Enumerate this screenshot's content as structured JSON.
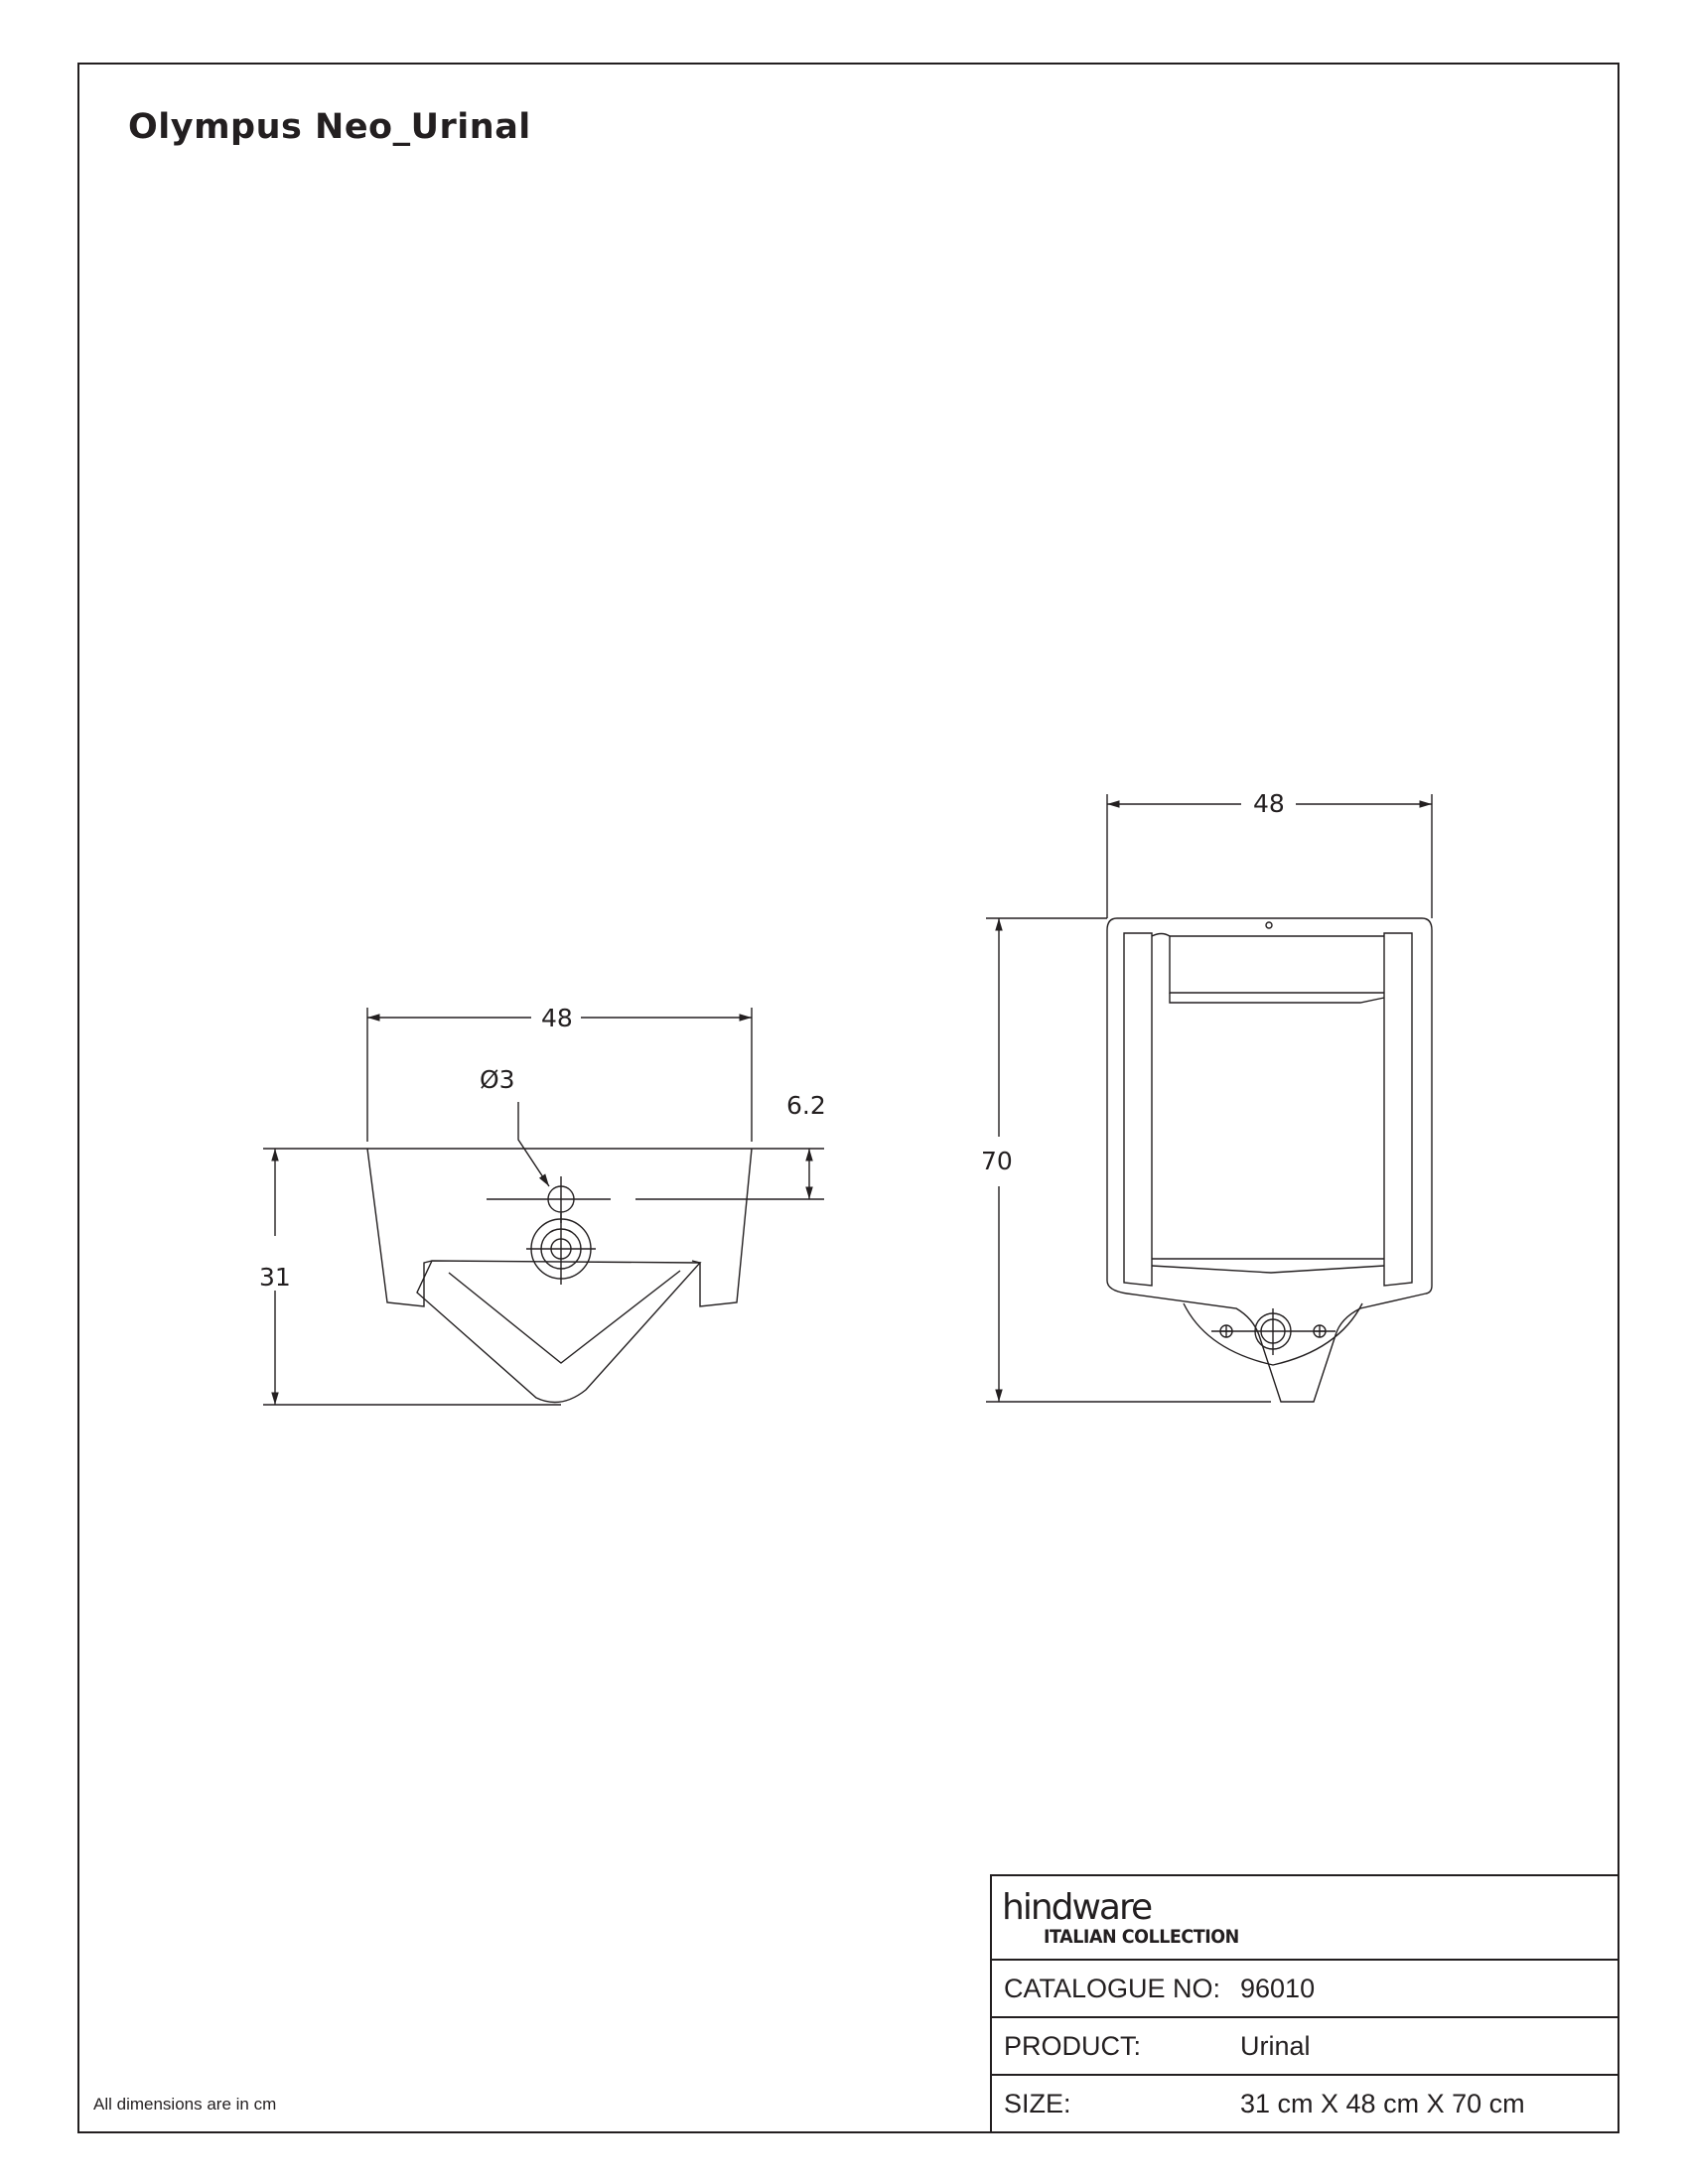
{
  "title": "Olympus Neo_Urinal",
  "footnote": "All dimensions are in cm",
  "drawing": {
    "top_view": {
      "width_label": "48",
      "hole_label": "Ø3",
      "offset_label": "6.2",
      "depth_label": "31"
    },
    "front_view": {
      "width_label": "48",
      "height_label": "70"
    }
  },
  "title_block": {
    "brand": "hindware",
    "brand_sub": "ITALIAN COLLECTION",
    "rows": [
      {
        "label": "CATALOGUE NO:",
        "value": "96010"
      },
      {
        "label": "PRODUCT:",
        "value": "Urinal"
      },
      {
        "label": "SIZE:",
        "value": "31 cm X 48 cm X 70 cm"
      }
    ]
  }
}
